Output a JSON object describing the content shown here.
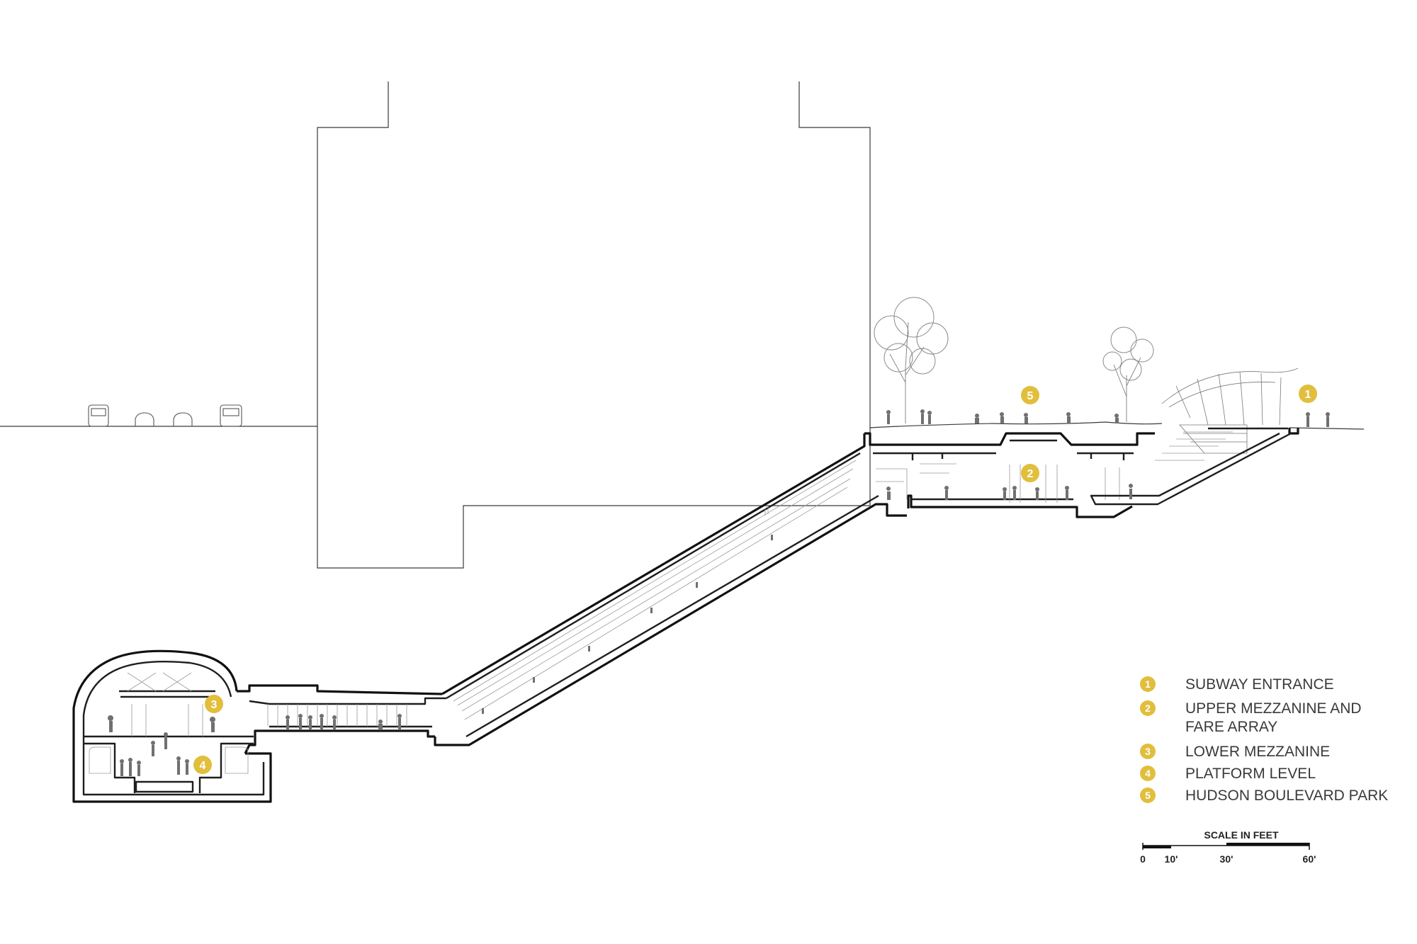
{
  "markers": [
    {
      "num": "1",
      "color": "#E1BE3C"
    },
    {
      "num": "2",
      "color": "#E1BE3C"
    },
    {
      "num": "3",
      "color": "#E1BE3C"
    },
    {
      "num": "4",
      "color": "#E1BE3C"
    },
    {
      "num": "5",
      "color": "#E1BE3C"
    }
  ],
  "legend": [
    {
      "num": "1",
      "lines": [
        "SUBWAY ENTRANCE"
      ]
    },
    {
      "num": "2",
      "lines": [
        "UPPER MEZZANINE AND",
        "FARE ARRAY"
      ]
    },
    {
      "num": "3",
      "lines": [
        "LOWER MEZZANINE"
      ]
    },
    {
      "num": "4",
      "lines": [
        "PLATFORM LEVEL"
      ]
    },
    {
      "num": "5",
      "lines": [
        "HUDSON BOULEVARD PARK"
      ]
    }
  ],
  "scale": {
    "title": "SCALE IN FEET",
    "ticks": [
      "0",
      "10'",
      "30'",
      "60'"
    ]
  },
  "colors": {
    "accent": "#E1BE3C",
    "line": "#1e1e1e"
  }
}
